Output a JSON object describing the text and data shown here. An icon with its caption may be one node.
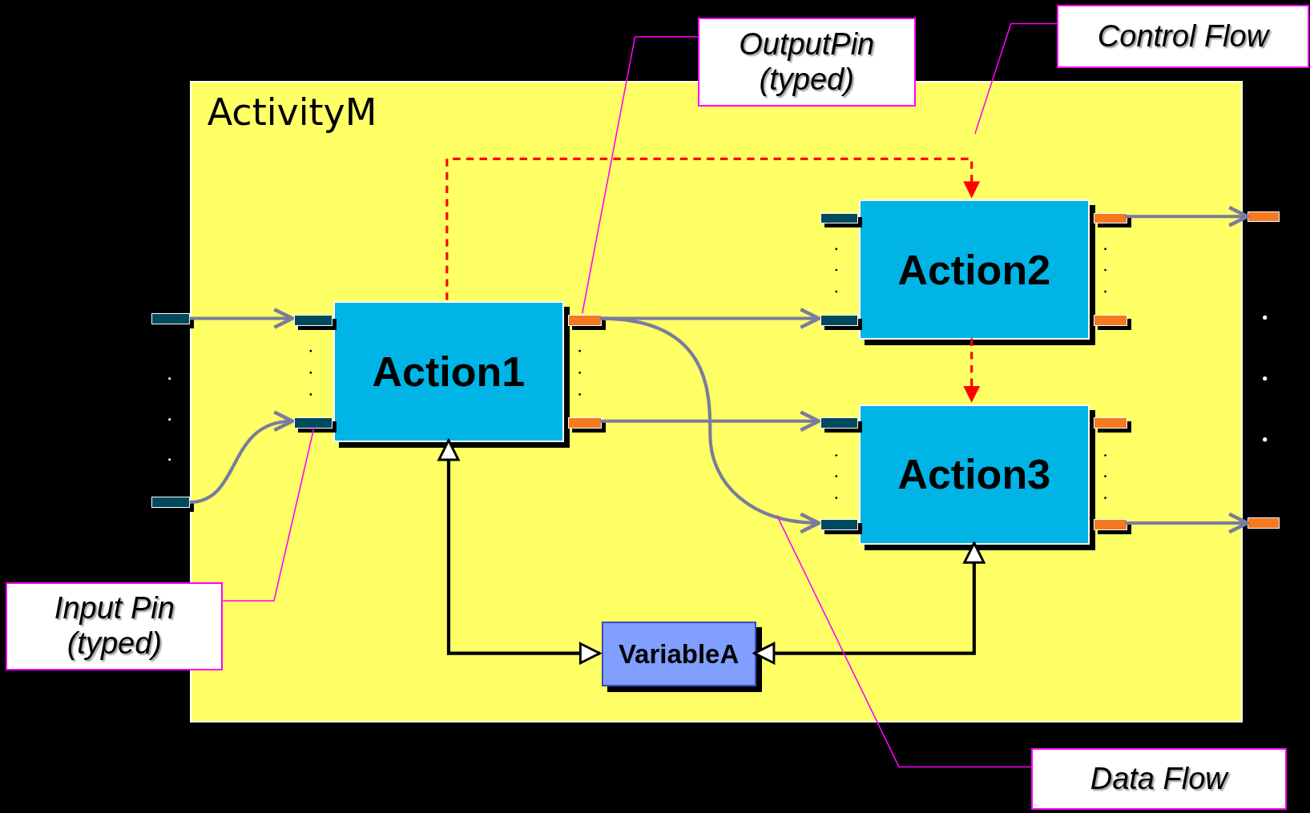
{
  "diagram": {
    "nodes": [
      {
        "text": [
          "ActivityM"
        ]
      },
      {
        "text": [
          "Action1"
        ],
        "in": 0
      },
      {
        "text": [
          "Action2"
        ],
        "in": 0
      },
      {
        "text": [
          "Action3"
        ],
        "in": 0
      },
      {
        "text": [
          "VariableA"
        ],
        "in": 0
      },
      {
        "text": [],
        "shape": "bar"
      },
      {
        "text": [],
        "shape": "bar"
      },
      {
        "text": [],
        "shape": "bar",
        "in": 0
      },
      {
        "text": [],
        "shape": "bar",
        "in": 0
      },
      {
        "text": [],
        "shape": "bar",
        "in": 0
      },
      {
        "text": [],
        "shape": "bar",
        "in": 0
      },
      {
        "text": [],
        "shape": "bar",
        "in": 0
      },
      {
        "text": [],
        "shape": "bar",
        "in": 0
      },
      {
        "text": [],
        "shape": "bar",
        "in": 0
      },
      {
        "text": [],
        "shape": "bar",
        "in": 0
      },
      {
        "text": [],
        "shape": "bar",
        "in": 0
      },
      {
        "text": [],
        "shape": "bar",
        "in": 0
      },
      {
        "text": [],
        "shape": "bar",
        "in": 0
      },
      {
        "text": [],
        "shape": "bar",
        "in": 0
      },
      {
        "text": [],
        "shape": "bar"
      },
      {
        "text": [],
        "shape": "bar"
      },
      {
        "text": [
          "OutputPin (typed)"
        ]
      },
      {
        "text": [
          "Control Flow"
        ]
      },
      {
        "text": [
          "Input Pin (typed)"
        ]
      },
      {
        "text": [
          "Data Flow"
        ]
      }
    ],
    "edges": [
      {
        "from": 5,
        "to": 7,
        "arrow": "to"
      },
      {
        "from": 6,
        "to": 8,
        "arrow": "to"
      },
      {
        "from": 9,
        "to": 12,
        "arrow": "to"
      },
      {
        "from": 9,
        "to": 16,
        "arrow": "to"
      },
      {
        "from": 10,
        "to": 15,
        "arrow": "to"
      },
      {
        "from": 13,
        "to": 19,
        "arrow": "to"
      },
      {
        "from": 18,
        "to": 20,
        "arrow": "to"
      },
      {
        "from": 1,
        "to": 2,
        "arrow": "to",
        "style": "dashed",
        "color": "#ff0000"
      },
      {
        "from": 2,
        "to": 3,
        "arrow": "to",
        "style": "dashed",
        "color": "#ff0000"
      },
      {
        "from": 1,
        "to": 4,
        "arrow": "both",
        "color": "#000000"
      },
      {
        "from": 4,
        "to": 3,
        "arrow": "both",
        "color": "#000000"
      },
      {
        "from": 21,
        "to": 9,
        "arrow": "none",
        "color": "#ff00ff"
      },
      {
        "from": 22,
        "to": null,
        "arrow": "none",
        "color": "#ff00ff"
      },
      {
        "from": 23,
        "to": 8,
        "arrow": "none",
        "color": "#ff00ff"
      },
      {
        "from": 24,
        "to": null,
        "arrow": "none",
        "color": "#ff00ff"
      }
    ]
  }
}
